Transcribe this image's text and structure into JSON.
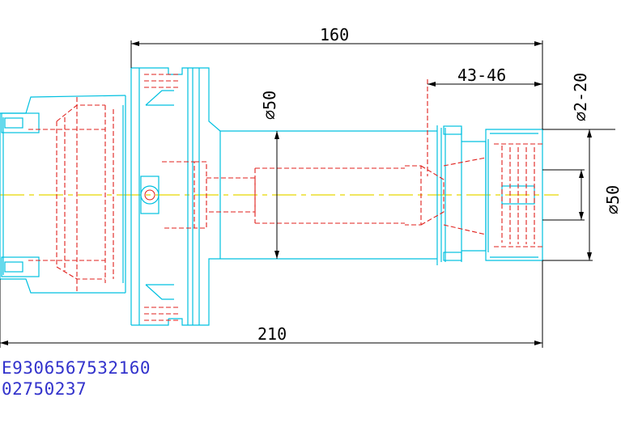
{
  "dimensions": {
    "overall_length": "160",
    "total_length": "210",
    "projection": "43-46",
    "shank_diameter": "⌀50",
    "collet_range": "⌀2-20",
    "nut_diameter": "⌀50"
  },
  "notes": {
    "part_number": "E9306567532160",
    "code": "02750237"
  },
  "colors": {
    "outline": "#00c0e0",
    "hidden": "#e0201c",
    "centerline": "#e8d800",
    "dimension": "#000000",
    "note": "#3333cc"
  }
}
